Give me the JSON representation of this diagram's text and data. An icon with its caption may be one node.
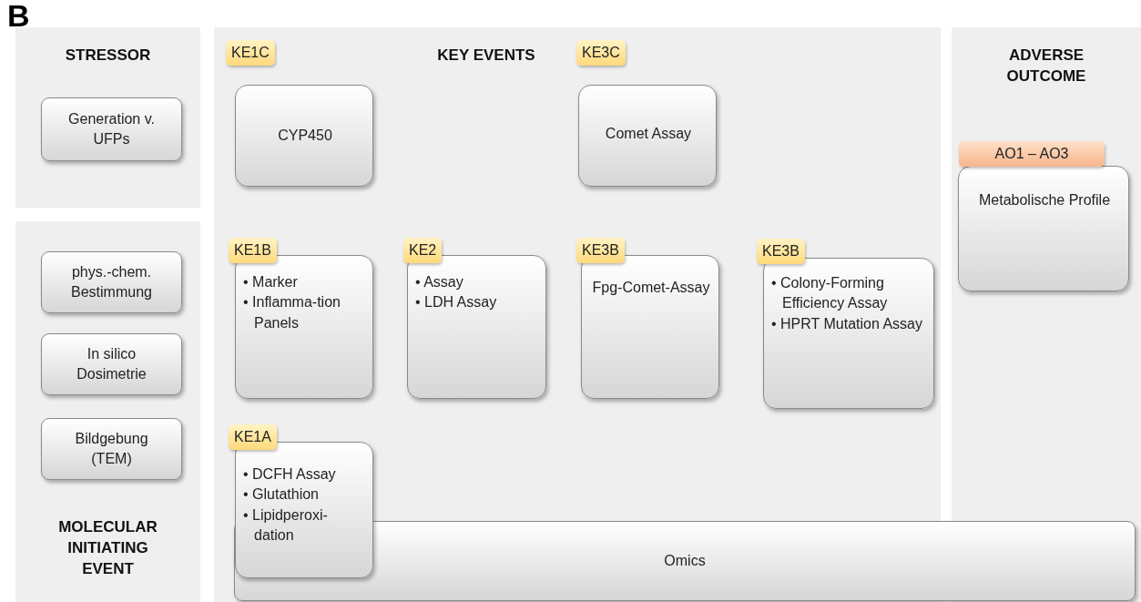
{
  "diagram": {
    "nodes": [
      {
        "text": [
          "STRESSOR"
        ]
      },
      {
        "text": [
          "Generation v. UFPs"
        ],
        "in": 0
      },
      {
        "text": [
          "KEY EVENTS"
        ]
      },
      {
        "text": [
          "KE1C",
          "CYP450"
        ],
        "in": 2
      },
      {
        "text": [
          "KE3C",
          "Comet Assay"
        ],
        "in": 2
      },
      {
        "text": [
          "ADVERSE OUTCOME"
        ]
      },
      {
        "text": [
          "AO1 – AO3",
          "Metabolische Profile"
        ],
        "in": 5
      },
      {
        "text": [
          "MOLECULAR INITIATING EVENT"
        ]
      },
      {
        "text": [
          "phys.-chem. Bestimmung"
        ],
        "in": 7
      },
      {
        "text": [
          "KE1B",
          "• Marker",
          "• Inflamma-tion Panels"
        ],
        "in": 2
      },
      {
        "text": [
          "KE2",
          "• Assay",
          "• LDH Assay"
        ],
        "in": 2
      },
      {
        "text": [
          "KE3B",
          "Fpg-Comet-Assay"
        ],
        "in": 2
      },
      {
        "text": [
          "KE3B",
          "• Colony-Forming Efficiency Assay",
          "• HPRT Mutation Assay"
        ],
        "in": 2
      },
      {
        "text": [
          "In silico Dosimetrie"
        ],
        "in": 7
      },
      {
        "text": [
          "Bildgebung (TEM)"
        ],
        "in": 7
      },
      {
        "text": [
          "KE1A",
          "• DCFH Assay",
          "• Glutathion",
          "• Lipidperoxi-dation"
        ],
        "in": 2
      },
      {
        "text": [
          "Omics"
        ]
      }
    ],
    "labels": [
      "B"
    ]
  }
}
